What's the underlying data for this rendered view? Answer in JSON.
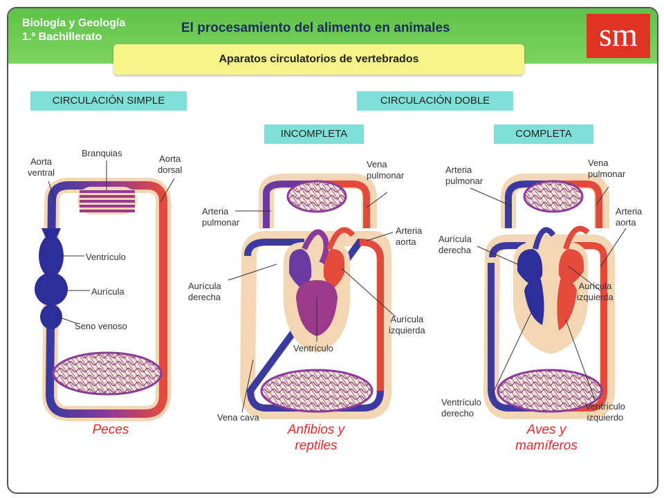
{
  "header": {
    "subject_line1": "Biología y Geología",
    "subject_line2": "1.º Bachillerato",
    "title": "El procesamiento del alimento en animales",
    "logo": "sm",
    "subtitle": "Aparatos circulatorios de vertebrados"
  },
  "tags": {
    "simple": "CIRCULACIÓN SIMPLE",
    "double": "CIRCULACIÓN DOBLE",
    "incompleta": "INCOMPLETA",
    "completa": "COMPLETA"
  },
  "fish": {
    "branquias": "Branquias",
    "aorta_ventral": [
      "Aorta",
      "ventral"
    ],
    "aorta_dorsal": [
      "Aorta",
      "dorsal"
    ],
    "ventriculo": "Ventrículo",
    "auricula": "Aurícula",
    "seno": "Seno venoso",
    "caption": "Peces"
  },
  "amphibian": {
    "arteria_pulmonar": [
      "Arteria",
      "pulmonar"
    ],
    "vena_pulmonar": [
      "Vena",
      "pulmonar"
    ],
    "arteria_aorta": [
      "Arteria",
      "aorta"
    ],
    "auricula_derecha": [
      "Aurícula",
      "derecha"
    ],
    "auricula_izquierda": [
      "Aurícula",
      "izquierda"
    ],
    "ventriculo": "Ventrículo",
    "vena_cava": "Vena cava",
    "caption": [
      "Anfibios y",
      "reptiles"
    ]
  },
  "mammal": {
    "arteria_pulmonar": [
      "Arteria",
      "pulmonar"
    ],
    "vena_pulmonar": [
      "Vena",
      "pulmonar"
    ],
    "arteria_aorta": [
      "Arteria",
      "aorta"
    ],
    "auricula_derecha": [
      "Aurícula",
      "derecha"
    ],
    "auricula_izquierda": [
      "Aurícula",
      "izquierda"
    ],
    "ventriculo_derecho": [
      "Ventrículo",
      "derecho"
    ],
    "ventriculo_izquierdo": [
      "Ventrículo",
      "izquierdo"
    ],
    "caption": [
      "Aves y",
      "mamíferos"
    ]
  },
  "colors": {
    "header": "#66c950",
    "tag": "#7fe0d8",
    "caption": "#e8282b",
    "arterial": "#e44a3c",
    "venous": "#3a3aa0",
    "mixed": "#8a3a9a",
    "tissue": "#f3d6b4"
  }
}
